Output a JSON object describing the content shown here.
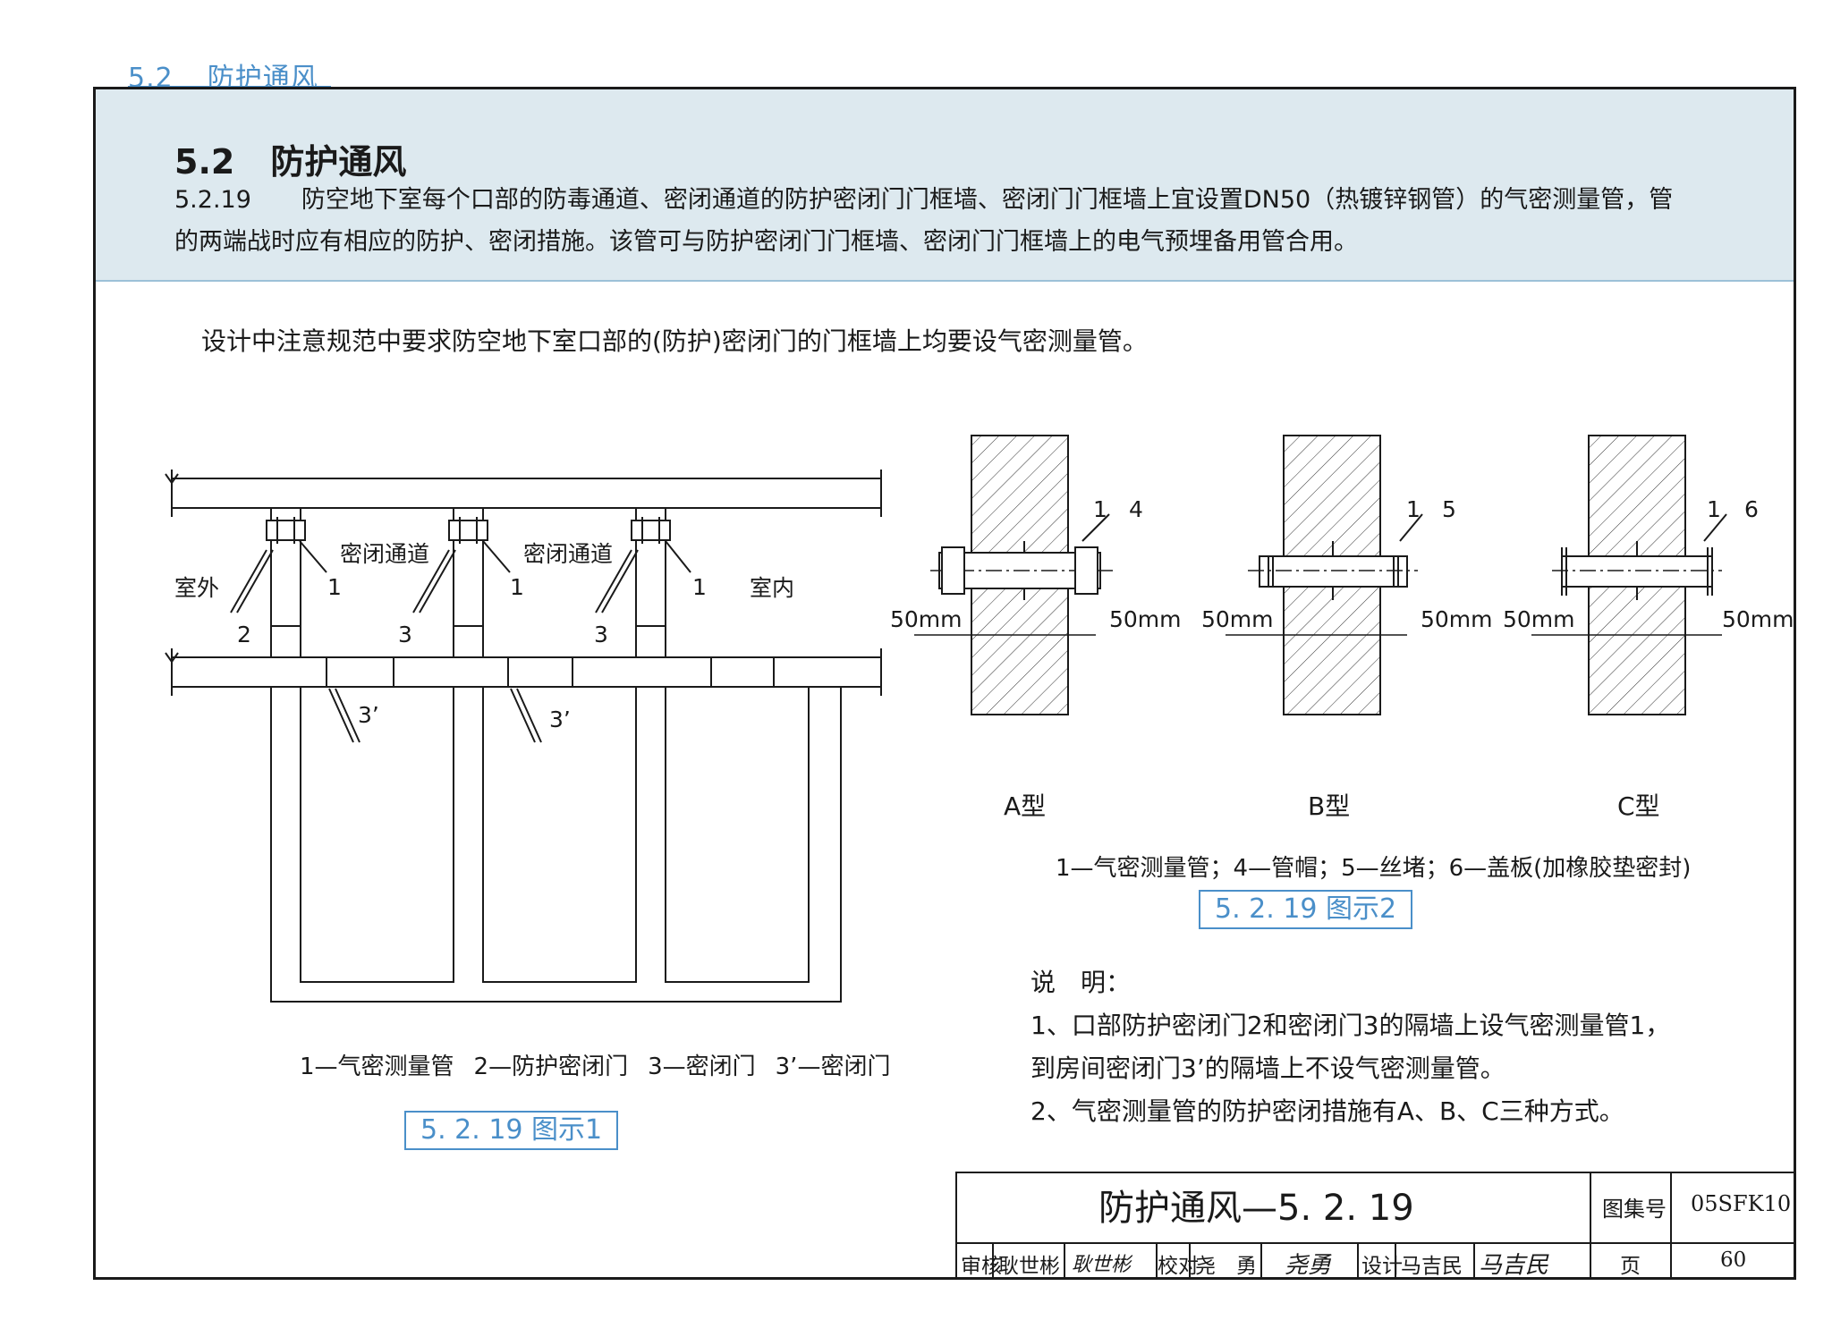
{
  "tab": {
    "number": "5.2",
    "title": "防护通风"
  },
  "section": {
    "number": "5.2",
    "title": "防护通风"
  },
  "clause": {
    "number": "5.2.19",
    "text": "防空地下室每个口部的防毒通道、密闭通道的防护密闭门门框墙、密闭门门框墙上宜设置DN50（热镀锌钢管）的气密测量管，管的两端战时应有相应的防护、密闭措施。该管可与防护密闭门门框墙、密闭门门框墙上的电气预埋备用管合用。"
  },
  "design_note": "设计中注意规范中要求防空地下室口部的(防护)密闭门的门框墙上均要设气密测量管。",
  "figure1": {
    "labels": {
      "outdoor": "室外",
      "passage_a": "密闭通道",
      "passage_b": "密闭通道",
      "indoor": "室内",
      "n1a": "1",
      "n1b": "1",
      "n1c": "1",
      "n2": "2",
      "n3a": "3",
      "n3b": "3",
      "n3pa": "3’",
      "n3pb": "3’"
    },
    "legend": [
      "1—气密测量管",
      "2—防护密闭门",
      "3—密闭门",
      "3’—密闭门"
    ],
    "caption": "5. 2. 19 图示1"
  },
  "figure2": {
    "types": [
      {
        "name": "A型",
        "num_left": "1",
        "num_right": "4",
        "dim_left": "50mm",
        "dim_right": "50mm"
      },
      {
        "name": "B型",
        "num_left": "1",
        "num_right": "5",
        "dim_left": "50mm",
        "dim_right": "50mm"
      },
      {
        "name": "C型",
        "num_left": "1",
        "num_right": "6",
        "dim_left": "50mm",
        "dim_right": "50mm"
      }
    ],
    "legend": "1—气密测量管；4—管帽；5—丝堵；6—盖板(加橡胶垫密封)",
    "caption": "5. 2. 19 图示2"
  },
  "explanation": {
    "heading": "说　明：",
    "lines": [
      "1、口部防护密闭门2和密闭门3的隔墙上设气密测量管1，",
      "到房间密闭门3’的隔墙上不设气密测量管。",
      "2、气密测量管的防护密闭措施有A、B、C三种方式。"
    ]
  },
  "title_block": {
    "title": "防护通风—5. 2. 19",
    "atlas_label": "图集号",
    "atlas_no": "05SFK10",
    "page_label": "页",
    "page_no": "60",
    "review_label": "审核",
    "review_name": "耿世彬",
    "review_sign": "耿世彬",
    "check_label": "校对",
    "check_name": "尧　勇",
    "check_sign": "尧勇",
    "design_label": "设计",
    "design_name": "马吉民",
    "design_sign": "马吉民"
  },
  "colors": {
    "accent": "#4a8fc9",
    "header_bg": "#dde9ef",
    "line": "#1a1a1a"
  }
}
